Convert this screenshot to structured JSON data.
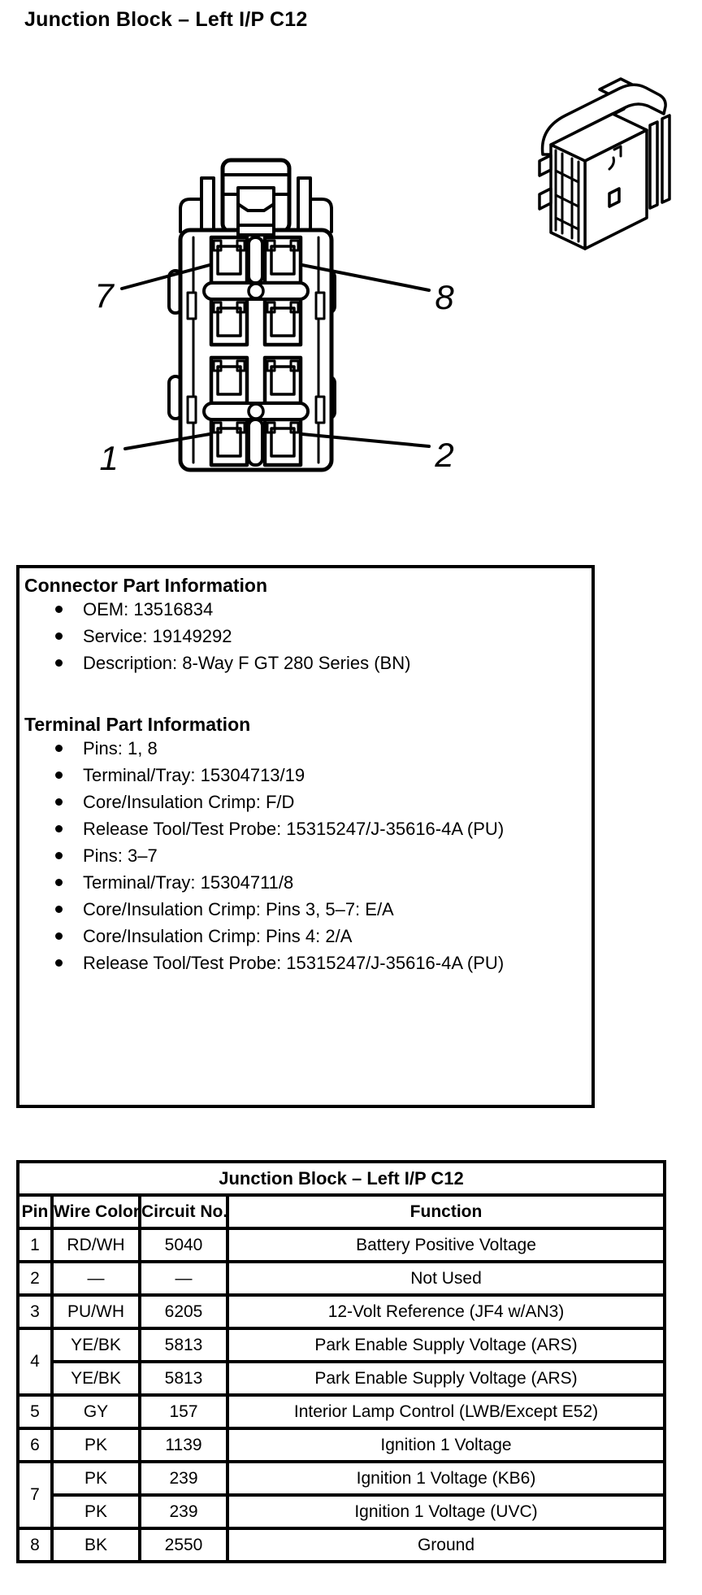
{
  "page_title": "Junction Block – Left I/P C12",
  "diagram": {
    "labels": {
      "p7": "7",
      "p8": "8",
      "p1": "1",
      "p2": "2"
    }
  },
  "info_box": {
    "connector_heading": "Connector Part Information",
    "connector_items": [
      "OEM: 13516834",
      "Service: 19149292",
      "Description: 8-Way F GT 280 Series (BN)"
    ],
    "terminal_heading": "Terminal Part Information",
    "terminal_groups": [
      [
        "Pins: 1, 8",
        "Terminal/Tray: 15304713/19",
        "Core/Insulation Crimp: F/D",
        "Release Tool/Test Probe: 15315247/J-35616-4A (PU)"
      ],
      [
        "Pins: 3–7",
        "Terminal/Tray: 15304711/8",
        "Core/Insulation Crimp: Pins 3, 5–7: E/A",
        "Core/Insulation Crimp: Pins 4: 2/A",
        "Release Tool/Test Probe: 15315247/J-35616-4A (PU)"
      ]
    ]
  },
  "table": {
    "title": "Junction Block – Left I/P C12",
    "headers": [
      "Pin",
      "Wire Color",
      "Circuit No.",
      "Function"
    ],
    "rows": [
      {
        "pin": "1",
        "cells": [
          [
            "RD/WH",
            "5040",
            "Battery Positive Voltage"
          ]
        ]
      },
      {
        "pin": "2",
        "cells": [
          [
            "—",
            "—",
            "Not Used"
          ]
        ]
      },
      {
        "pin": "3",
        "cells": [
          [
            "PU/WH",
            "6205",
            "12-Volt Reference (JF4 w/AN3)"
          ]
        ]
      },
      {
        "pin": "4",
        "cells": [
          [
            "YE/BK",
            "5813",
            "Park Enable Supply Voltage (ARS)"
          ],
          [
            "YE/BK",
            "5813",
            "Park Enable Supply Voltage (ARS)"
          ]
        ]
      },
      {
        "pin": "5",
        "cells": [
          [
            "GY",
            "157",
            "Interior Lamp Control (LWB/Except E52)"
          ]
        ]
      },
      {
        "pin": "6",
        "cells": [
          [
            "PK",
            "1139",
            "Ignition 1 Voltage"
          ]
        ]
      },
      {
        "pin": "7",
        "cells": [
          [
            "PK",
            "239",
            "Ignition 1 Voltage (KB6)"
          ],
          [
            "PK",
            "239",
            "Ignition 1 Voltage (UVC)"
          ]
        ]
      },
      {
        "pin": "8",
        "cells": [
          [
            "BK",
            "2550",
            "Ground"
          ]
        ]
      }
    ]
  }
}
